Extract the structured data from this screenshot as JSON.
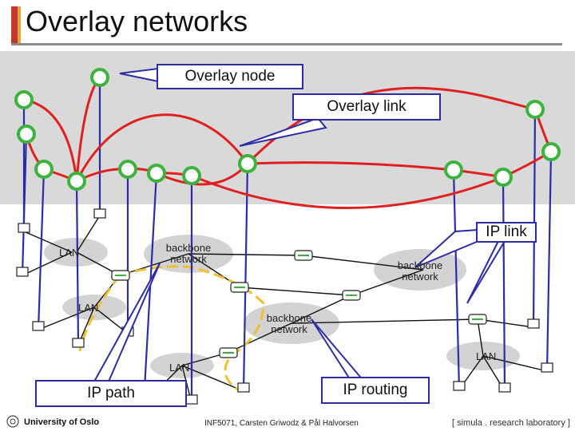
{
  "title": "Overlay networks",
  "callouts": {
    "overlay_node": "Overlay node",
    "overlay_link": "Overlay link",
    "ip_link": "IP link",
    "ip_path": "IP path",
    "ip_routing": "IP routing"
  },
  "cloud_labels": {
    "lan_left": "LAN",
    "lan_mid_left": "LAN",
    "lan_bottom": "LAN",
    "lan_right": "LAN",
    "backbone_left": "backbone\nnetwork",
    "backbone_right": "backbone\nnetwork",
    "backbone_bottom": "backbone\nnetwork"
  },
  "footer": {
    "university": "University of Oslo",
    "course": "INF5071, Carsten Griwodz & Pål Halvorsen",
    "lab": "[ simula . research laboratory ]"
  },
  "colors": {
    "overlay_link": "#e02020",
    "ip_link": "#2c2ca6",
    "overlay_node_fill": "#ffffff",
    "overlay_node_stroke": "#3cb33c",
    "ip_path": "#f0c030",
    "band": "#d9d9d9"
  }
}
